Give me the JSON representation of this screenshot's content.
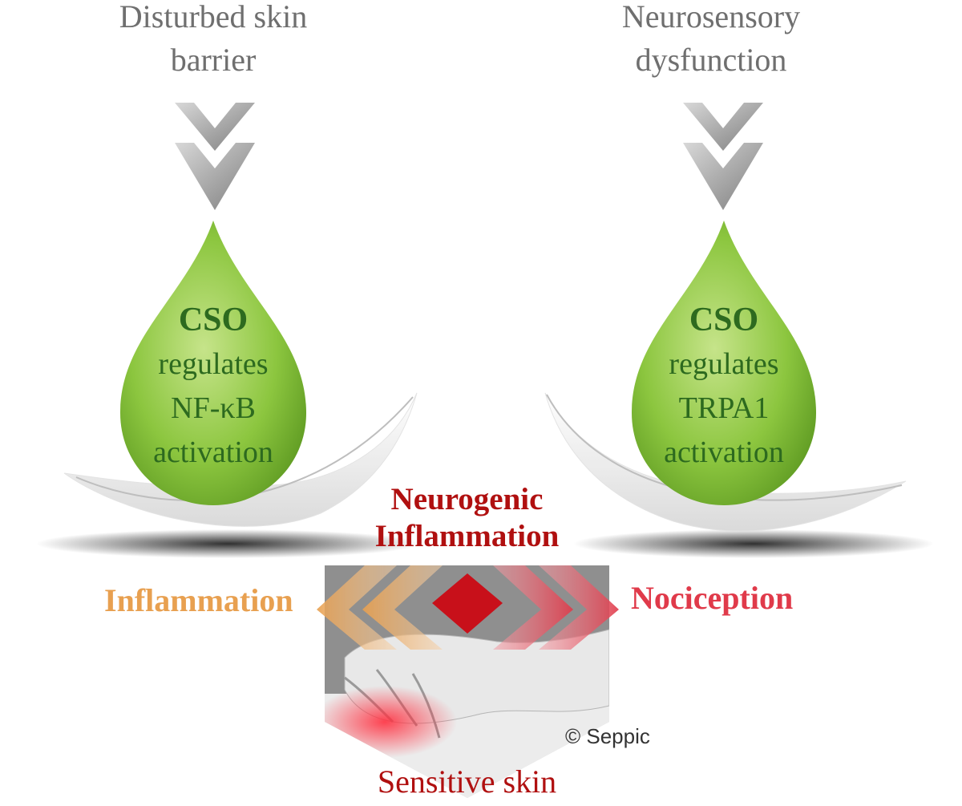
{
  "left": {
    "title_line1": "Disturbed skin",
    "title_line2": "barrier",
    "drop": {
      "line1": "CSO",
      "line2": "regulates",
      "line3": "NF-κB",
      "line4": "activation"
    },
    "outcome": "Inflammation"
  },
  "right": {
    "title_line1": "Neurosensory",
    "title_line2": "dysfunction",
    "drop": {
      "line1": "CSO",
      "line2": "regulates",
      "line3": "TRPA1",
      "line4": "activation"
    },
    "outcome": "Nociception"
  },
  "center": {
    "title_line1": "Neurogenic",
    "title_line2": "Inflammation",
    "bottom": "Sensitive skin",
    "copyright": "© Seppic"
  },
  "colors": {
    "drop_green": "#8cc63f",
    "drop_text": "#2d6a1f",
    "chevron_gray": "#a0a0a0",
    "inflammation_orange": "#e8a050",
    "nociception_red": "#e03a4a",
    "neurogenic_red": "#b01010"
  }
}
